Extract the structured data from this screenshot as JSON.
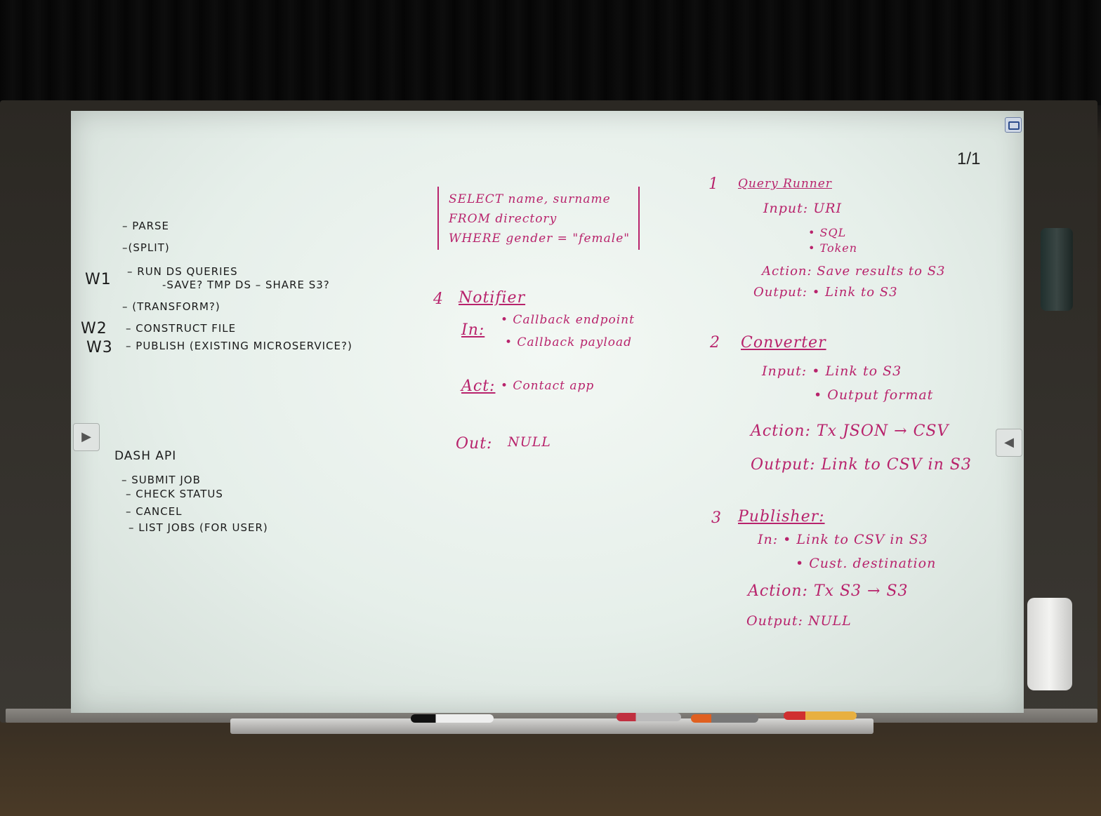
{
  "board": {
    "page_indicator": "1/1"
  },
  "left_notes": {
    "items": [
      "– PARSE",
      "–(SPLIT)",
      "– RUN DS QUERIES",
      "-SAVE? TMP DS – SHARE S3?",
      "– (TRANSFORM?)",
      "– CONSTRUCT FILE",
      "– PUBLISH (EXISTING MICROSERVICE?)"
    ],
    "week_labels": [
      "W1",
      "W2",
      "W3"
    ]
  },
  "dash_api": {
    "title": "DASH API",
    "items": [
      "– SUBMIT JOB",
      "– CHECK STATUS",
      "– CANCEL",
      "– LIST JOBS (FOR USER)"
    ]
  },
  "sql": {
    "lines": [
      "SELECT name, surname",
      "FROM directory",
      "WHERE gender = \"female\""
    ]
  },
  "notifier": {
    "number": "4",
    "title": "Notifier",
    "in_label": "In:",
    "in_items": [
      "• Callback endpoint",
      "• Callback payload"
    ],
    "action_label": "Act:",
    "action_value": "• Contact app",
    "out_label": "Out:",
    "out_value": "NULL"
  },
  "query_runner": {
    "number": "1",
    "title": "Query Runner",
    "input": "Input: URI",
    "input_items": [
      "• SQL",
      "• Token"
    ],
    "action": "Action: Save results to S3",
    "output": "Output: • Link to S3"
  },
  "converter": {
    "number": "2",
    "title": "Converter",
    "input": "Input: • Link to S3",
    "input_extra": "• Output format",
    "action": "Action: Tx JSON → CSV",
    "output": "Output: Link to CSV in S3"
  },
  "publisher": {
    "number": "3",
    "title": "Publisher:",
    "input": "In: • Link to CSV in S3",
    "input_extra": "• Cust. destination",
    "action": "Action: Tx S3 → S3",
    "output": "Output: NULL"
  },
  "colors": {
    "marker_magenta": "#b8236c",
    "marker_black": "#1b1b1b"
  }
}
